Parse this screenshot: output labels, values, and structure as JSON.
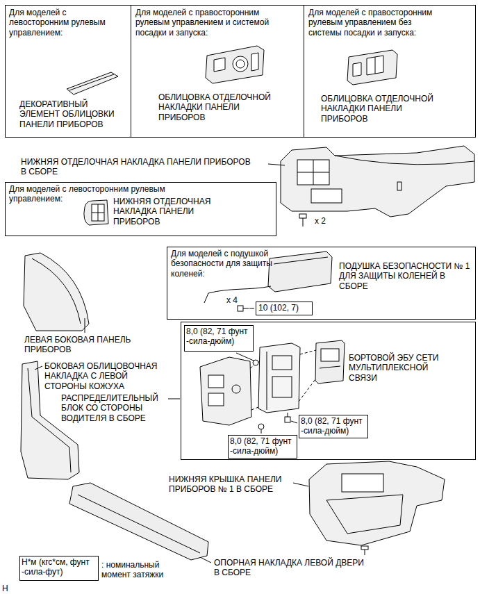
{
  "diagram": {
    "nodes": [
      {
        "text": [
          "Для моделей с левосторонним рулевым управлением:",
          "ДЕКОРАТИВНЫЙ ЭЛЕМЕНТ ОБЛИЦОВКИ ПАНЕЛИ ПРИБОРОВ"
        ]
      },
      {
        "text": [
          "Для моделей с правосторонним рулевым управлением и системой посадки и запуска:",
          "ОБЛИЦОВКА ОТДЕЛОЧНОЙ НАКЛАДКИ ПАНЕЛИ ПРИБОРОВ"
        ]
      },
      {
        "text": [
          "Для моделей с правосторонним рулевым управлением без системы посадки и запуска:",
          "ОБЛИЦОВКА ОТДЕЛОЧНОЙ НАКЛАДКИ ПАНЕЛИ ПРИБОРОВ"
        ]
      },
      {
        "text": [
          "Для моделей с левосторонним рулевым управлением:",
          "НИЖНЯЯ ОТДЕЛОЧНАЯ НАКЛАДКА ПАНЕЛИ ПРИБОРОВ"
        ]
      },
      {
        "text": [
          "Для моделей с подушкой безопасности для защиты коленей:",
          "ПОДУШКА БЕЗОПАСНОСТИ № 1 ДЛЯ ЗАЩИТЫ КОЛЕНЕЙ В СБОРЕ",
          "x 4"
        ]
      },
      {
        "text": [
          "10 (102, 7)"
        ],
        "in": 4
      },
      {
        "text": [
          "БОРТОВОЙ ЭБУ СЕТИ МУЛЬТИПЛЕКСНОЙ СВЯЗИ"
        ]
      },
      {
        "text": [
          "8,0 (82, 71 фунт -сила-дюйм)"
        ],
        "in": 6
      },
      {
        "text": [
          "8,0 (82, 71 фунт -сила-дюйм)"
        ],
        "in": 6
      },
      {
        "text": [
          "8,0 (82, 71 фунт -сила-дюйм)"
        ],
        "in": 6
      },
      {
        "text": [
          "Н*м (кгс*см, фунт -сила-фут)",
          ": номинальный момент затяжки"
        ]
      }
    ],
    "labels": [
      "НИЖНЯЯ ОТДЕЛОЧНАЯ НАКЛАДКА ПАНЕЛИ ПРИБОРОВ В СБОРЕ",
      "x 2",
      "ЛЕВАЯ БОКОВАЯ ПАНЕЛЬ ПРИБОРОВ",
      "БОКОВАЯ ОБЛИЦОВОЧНАЯ НАКЛАДКА С ЛЕВОЙ СТОРОНЫ КОЖУХА",
      "РАСПРЕДЕЛИТЕЛЬНЫЙ БЛОК СО СТОРОНЫ ВОДИТЕЛЯ В СБОРЕ",
      "НИЖНЯЯ КРЫШКА ПАНЕЛИ ПРИБОРОВ № 1 В СБОРЕ",
      "ОПОРНАЯ НАКЛАДКА ЛЕВОЙ ДВЕРИ В СБОРЕ",
      "H"
    ]
  }
}
